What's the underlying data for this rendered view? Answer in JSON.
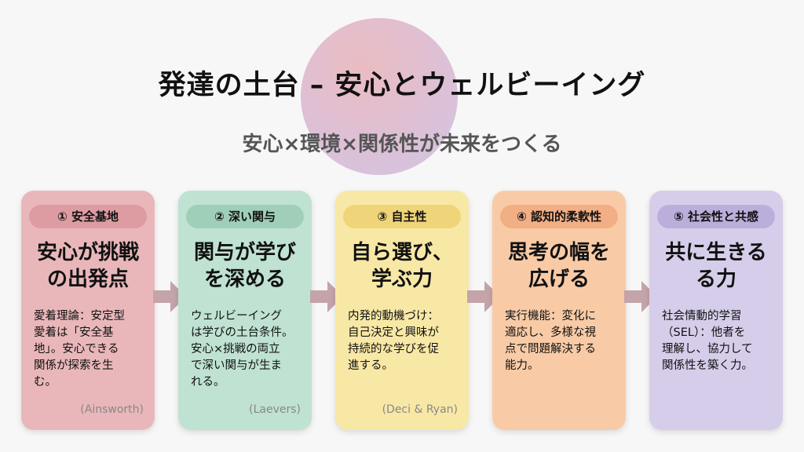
{
  "title": "発達の土台 – 安心とウェルビーイング",
  "subtitle": "安心×環境×関係性が未来をつくる",
  "cards": [
    {
      "label": "① 安全基地",
      "heading": [
        "安心が挑戦",
        "の出発点"
      ],
      "body": [
        "愛着理論：安定型",
        "愛着は「安全基",
        "地」。安心できる",
        "関係が探索を生",
        "む。"
      ],
      "cite": "(Ainsworth)",
      "bg": "#e9b7ba",
      "pill": "#dc9ca2"
    },
    {
      "label": "② 深い関与",
      "heading": [
        "関与が学び",
        "を深める"
      ],
      "body": [
        "ウェルビーイング",
        "は学びの土台条件。",
        "安心×挑戦の両立",
        "で深い関与が生ま",
        "れる。"
      ],
      "cite": "(Laevers)",
      "bg": "#bfe2d2",
      "pill": "#9fcfb8"
    },
    {
      "label": "③ 自主性",
      "heading": [
        "自ら選び、",
        "学ぶ力"
      ],
      "body": [
        "内発的動機づけ：",
        "自己決定と興味が",
        "持続的な学びを促",
        "進する。"
      ],
      "cite": "(Deci & Ryan)",
      "bg": "#f8e8a6",
      "pill": "#f0d47a"
    },
    {
      "label": "④ 認知的柔軟性",
      "heading": [
        "思考の幅を",
        "広げる"
      ],
      "body": [
        "実行機能：変化に",
        "適応し、多様な視",
        "点で問題解決する",
        "能力。"
      ],
      "cite": "",
      "bg": "#f8cba6",
      "pill": "#f2ae84"
    },
    {
      "label": "⑤ 社会性と共感",
      "heading": [
        "共に生きる",
        "る力"
      ],
      "body": [
        "社会情動的学習",
        "（SEL）：他者を",
        "理解し、協力して",
        "関係性を築く力。"
      ],
      "cite": "",
      "bg": "#d6cdea",
      "pill": "#bcaedb"
    }
  ],
  "arrow_color": "#c4a4a8"
}
